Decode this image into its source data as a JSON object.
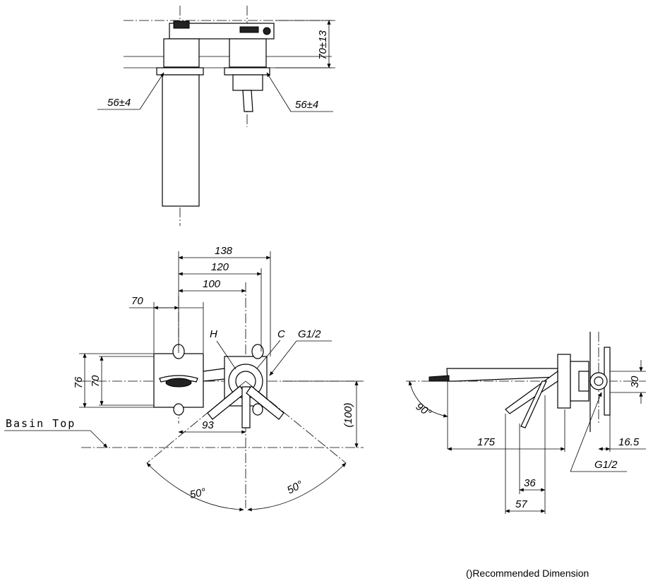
{
  "top_view": {
    "dim_height": "70±13",
    "dim_left": "56±4",
    "dim_right": "56±4"
  },
  "front_view": {
    "dim_138": "138",
    "dim_120": "120",
    "dim_100": "100",
    "dim_70_top": "70",
    "dim_76": "76",
    "dim_70_side": "70",
    "dim_93": "93",
    "dim_100_rec": "(100)",
    "label_h": "H",
    "label_c": "C",
    "label_thread": "G1/2",
    "basin_top": "Basin Top",
    "angle_left": "50°",
    "angle_right": "50°"
  },
  "side_view": {
    "angle": "90°",
    "dim_175": "175",
    "dim_36": "36",
    "dim_57": "57",
    "dim_30": "30",
    "dim_16_5": "16.5",
    "label_thread": "G1/2"
  },
  "footnote": "()Recommended Dimension"
}
